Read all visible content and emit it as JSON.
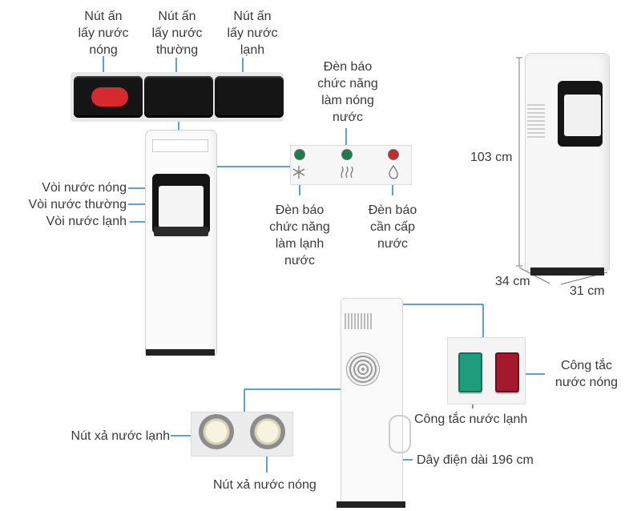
{
  "labels": {
    "hot_button": [
      "Nút ấn",
      "lấy nước",
      "nóng"
    ],
    "normal_button": [
      "Nút ấn",
      "lấy nước",
      "thường"
    ],
    "cold_button": [
      "Nút ấn",
      "lấy nước",
      "lạnh"
    ],
    "heating_light": [
      "Đèn báo",
      "chức năng",
      "làm nóng",
      "nước"
    ],
    "cooling_light": [
      "Đèn báo",
      "chức năng",
      "làm lạnh",
      "nước"
    ],
    "refill_light": [
      "Đèn báo",
      "cần cấp",
      "nước"
    ],
    "hot_tap": "Vòi nước nóng",
    "normal_tap": "Vòi nước thường",
    "cold_tap": "Vòi nước lạnh",
    "height": "103 cm",
    "depth": "34 cm",
    "width": "31 cm",
    "hot_switch": [
      "Công tắc",
      "nước nóng"
    ],
    "cold_switch": "Công tắc nước lạnh",
    "cold_drain": "Nút xả nước lạnh",
    "hot_drain": "Nút xả nước nóng",
    "power_cord": "Dây điện dài 196 cm"
  },
  "colors": {
    "hot_button": "#d62a2f",
    "led_cool": "#1f7a4d",
    "led_heat": "#1f7a4d",
    "led_refill": "#c42a2a",
    "switch_cold": "#1e9c7b",
    "switch_hot": "#a4192c"
  },
  "icons": {
    "cooling": "snowflake-icon",
    "heating": "heat-waves-icon",
    "refill": "water-drop-icon"
  }
}
